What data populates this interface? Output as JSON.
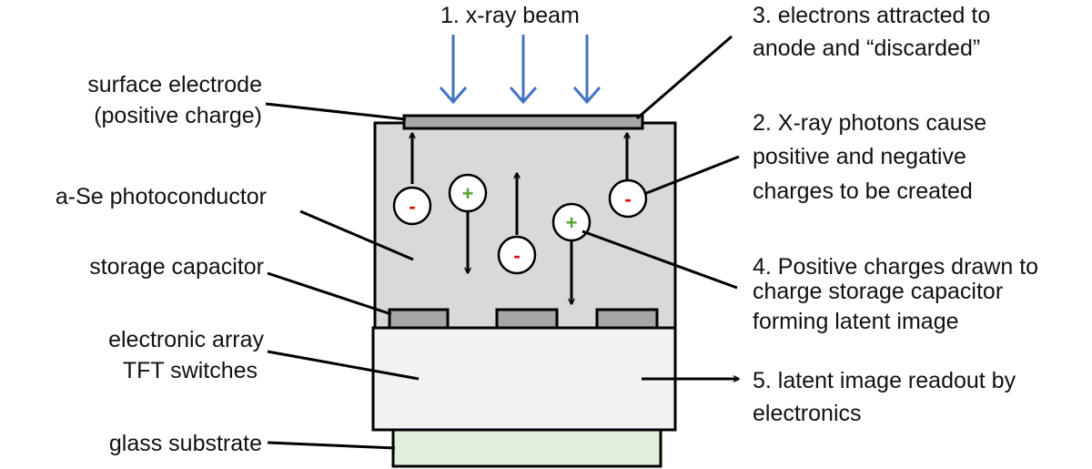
{
  "labels": {
    "surface_electrode_1": "surface electrode",
    "surface_electrode_2": "(positive charge)",
    "photoconductor": "a-Se photoconductor",
    "storage_capacitor": "storage capacitor",
    "electronic_array_1": "electronic array",
    "electronic_array_2": "TFT switches",
    "glass_substrate": "glass substrate"
  },
  "steps": {
    "step1": "1. x-ray beam",
    "step2_1": "2. X-ray photons cause",
    "step2_2": "positive and negative",
    "step2_3": "charges to be created",
    "step3_1": "3. electrons attracted to",
    "step3_2": "anode and “discarded”",
    "step4_1": "4. Positive charges drawn to",
    "step4_2": "charge storage capacitor",
    "step4_3": "forming latent image",
    "step5_1": "5. latent image readout by",
    "step5_2": "electronics"
  },
  "charges": {
    "negative": "-",
    "positive": "+"
  },
  "colors": {
    "xray_beam": "#4472C4",
    "photoconductor_fill": "#D9D9D9",
    "electrode_fill": "#A6A6A6",
    "array_fill": "#F2F2F2",
    "substrate_fill": "#E2EFDA",
    "negative_sign": "#E00000",
    "positive_sign": "#4EA72E"
  }
}
